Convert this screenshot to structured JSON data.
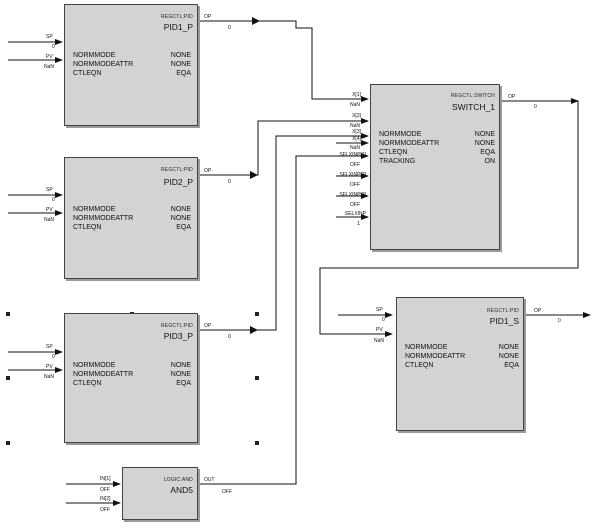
{
  "blocks": {
    "pid1_p": {
      "type": "REGCTL:PID",
      "name": "PID1_P",
      "params": [
        [
          "NORMMODE",
          "NONE"
        ],
        [
          "NORMMODEATTR",
          "NONE"
        ],
        [
          "CTLEQN",
          "EQA"
        ]
      ],
      "inputs": [
        {
          "label": "SP",
          "value": "0"
        },
        {
          "label": "PV",
          "value": "NaN"
        }
      ],
      "output": {
        "label": "OP",
        "value": "0"
      }
    },
    "pid2_p": {
      "type": "REGCTL:PID",
      "name": "PID2_P",
      "params": [
        [
          "NORMMODE",
          "NONE"
        ],
        [
          "NORMMODEATTR",
          "NONE"
        ],
        [
          "CTLEQN",
          "EQA"
        ]
      ],
      "inputs": [
        {
          "label": "SP",
          "value": "0"
        },
        {
          "label": "PV",
          "value": "NaN"
        }
      ],
      "output": {
        "label": "OP",
        "value": "0"
      }
    },
    "pid3_p": {
      "type": "REGCTL:PID",
      "name": "PID3_P",
      "params": [
        [
          "NORMMODE",
          "NONE"
        ],
        [
          "NORMMODEATTR",
          "NONE"
        ],
        [
          "CTLEQN",
          "EQA"
        ]
      ],
      "inputs": [
        {
          "label": "SP",
          "value": "0"
        },
        {
          "label": "PV",
          "value": "NaN"
        }
      ],
      "output": {
        "label": "OP",
        "value": "0"
      }
    },
    "switch_1": {
      "type": "REGCTL:SWITCH",
      "name": "SWITCH_1",
      "params": [
        [
          "NORMMODE",
          "NONE"
        ],
        [
          "NORMMODEATTR",
          "NONE"
        ],
        [
          "CTLEQN",
          "EQA"
        ],
        [
          "TRACKING",
          "ON"
        ]
      ],
      "inputs": [
        {
          "label": "X[1]",
          "value": "NaN"
        },
        {
          "label": "X[2]",
          "value": "NaN"
        },
        {
          "label": "X[3]",
          "value": "NaN"
        },
        {
          "label": "X[4]",
          "value": "NaN"
        },
        {
          "label": "SELXINP[1]",
          "value": "OFF"
        },
        {
          "label": "SELXINP[2]",
          "value": "OFF"
        },
        {
          "label": "SELXINP[3]",
          "value": "OFF"
        },
        {
          "label": "SELXINP",
          "value": "1"
        }
      ],
      "output": {
        "label": "OP",
        "value": "0"
      }
    },
    "pid1_s": {
      "type": "REGCTL:PID",
      "name": "PID1_S",
      "params": [
        [
          "NORMMODE",
          "NONE"
        ],
        [
          "NORMMODEATTR",
          "NONE"
        ],
        [
          "CTLEQN",
          "EQA"
        ]
      ],
      "inputs": [
        {
          "label": "SP",
          "value": "0"
        },
        {
          "label": "PV",
          "value": "NaN"
        }
      ],
      "output": {
        "label": "OP",
        "value": "0"
      }
    },
    "and5": {
      "type": "LOGIC:AND",
      "name": "AND5",
      "params": [],
      "inputs": [
        {
          "label": "IN[1]",
          "value": "OFF"
        },
        {
          "label": "IN[2]",
          "value": "OFF"
        }
      ],
      "output": {
        "label": "OUT",
        "value": "OFF"
      }
    }
  }
}
